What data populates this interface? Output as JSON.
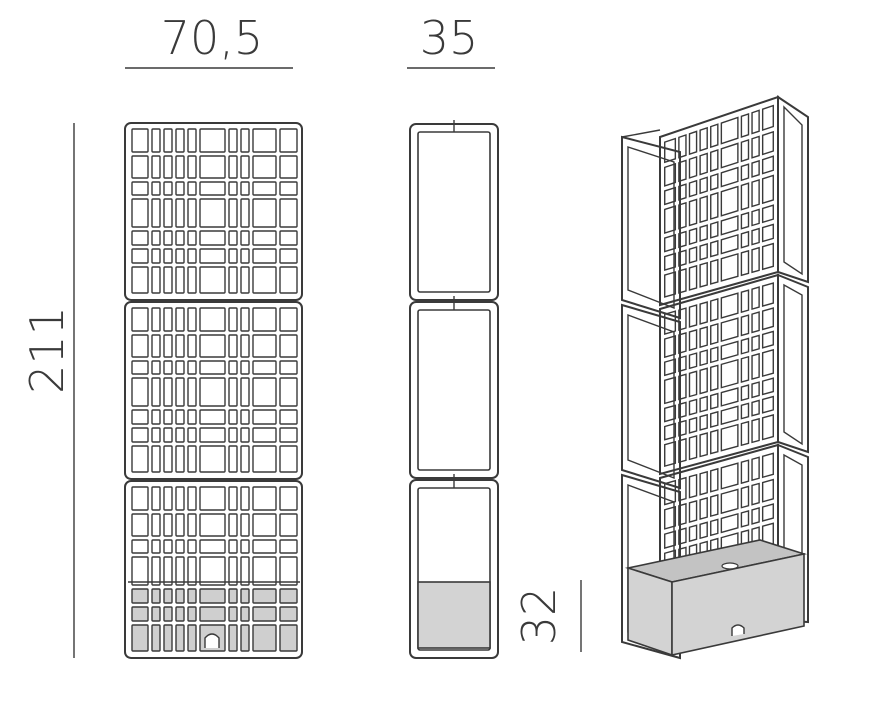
{
  "dimensions": {
    "width": "70,5",
    "depth": "35",
    "height": "211",
    "planter_height": "32"
  },
  "colors": {
    "stroke": "#3a3a3a",
    "planter_fill": "#d3d3d3",
    "background": "#ffffff"
  },
  "views": [
    "front-view",
    "side-view",
    "perspective-view"
  ]
}
